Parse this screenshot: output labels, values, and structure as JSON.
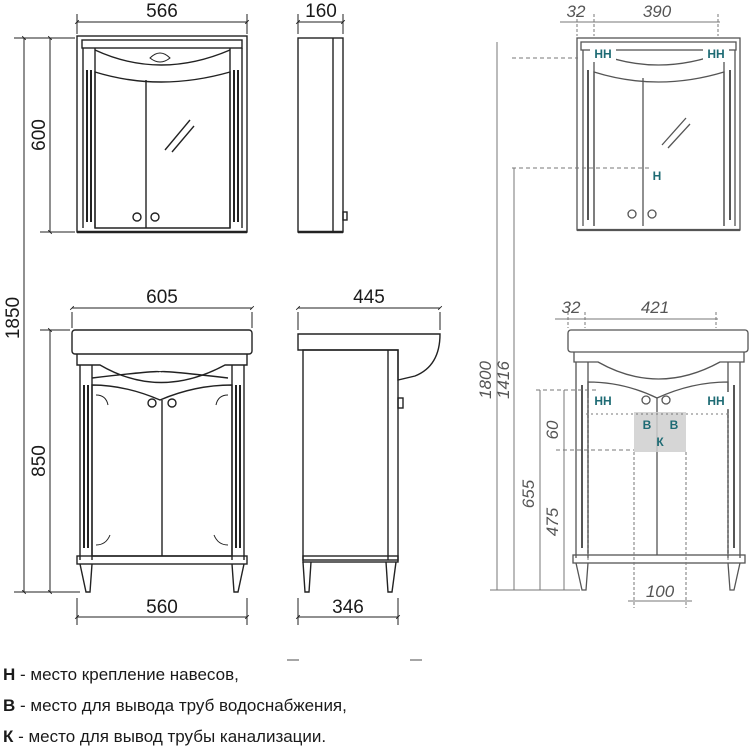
{
  "dimensions": {
    "mirror_width": "566",
    "mirror_depth": "160",
    "mirror_height": "600",
    "total_height": "1850",
    "vanity_top_width": "605",
    "vanity_top_depth": "445",
    "vanity_height": "850",
    "vanity_base_width": "560",
    "vanity_base_depth": "346"
  },
  "mount_dims": {
    "mirror_offset": "32",
    "mirror_span": "390",
    "vanity_offset": "32",
    "vanity_span": "421",
    "height_1800": "1800",
    "height_1416": "1416",
    "height_60": "60",
    "height_655": "655",
    "height_475": "475",
    "pipe_span": "100"
  },
  "markers": {
    "h": "Н",
    "hh": "НН",
    "v": "В",
    "k": "К"
  },
  "legend": [
    {
      "key": "Н",
      "text": " - место крепление навесов,"
    },
    {
      "key": "В",
      "text": " - место для вывода труб водоснабжения,"
    },
    {
      "key": "К",
      "text": " - место для вывод трубы канализации."
    }
  ]
}
